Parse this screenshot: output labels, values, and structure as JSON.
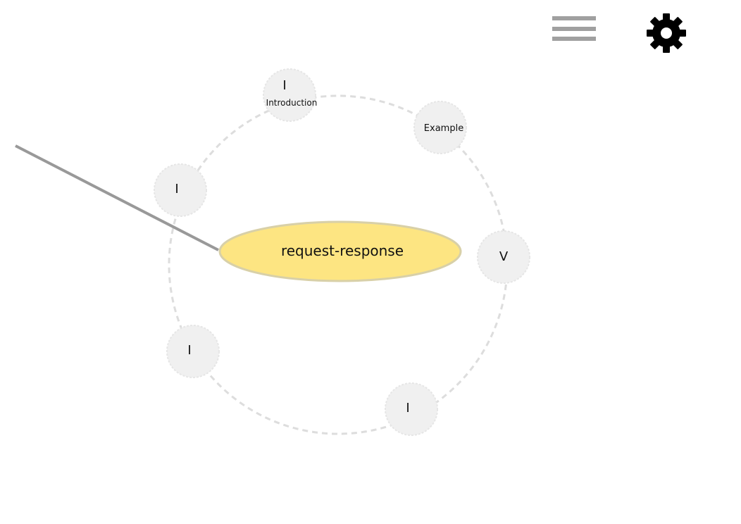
{
  "center": {
    "label": "request-response",
    "fill": "#fde582",
    "stroke": "#d8d0a8"
  },
  "nodes": [
    {
      "numeral": "I",
      "label": "Introduction"
    },
    {
      "numeral": "",
      "label": "Example"
    },
    {
      "numeral": "V",
      "label": ""
    },
    {
      "numeral": "I",
      "label": ""
    },
    {
      "numeral": "I",
      "label": ""
    },
    {
      "numeral": "I",
      "label": ""
    }
  ],
  "toolbar": {
    "menu_icon": "hamburger-menu-icon",
    "settings_icon": "gear-icon"
  },
  "colors": {
    "node_fill": "#f0f0f0",
    "ring_stroke": "#dddddd",
    "pointer_line": "#999999",
    "icon_gray": "#a0a0a0",
    "icon_black": "#000000"
  }
}
